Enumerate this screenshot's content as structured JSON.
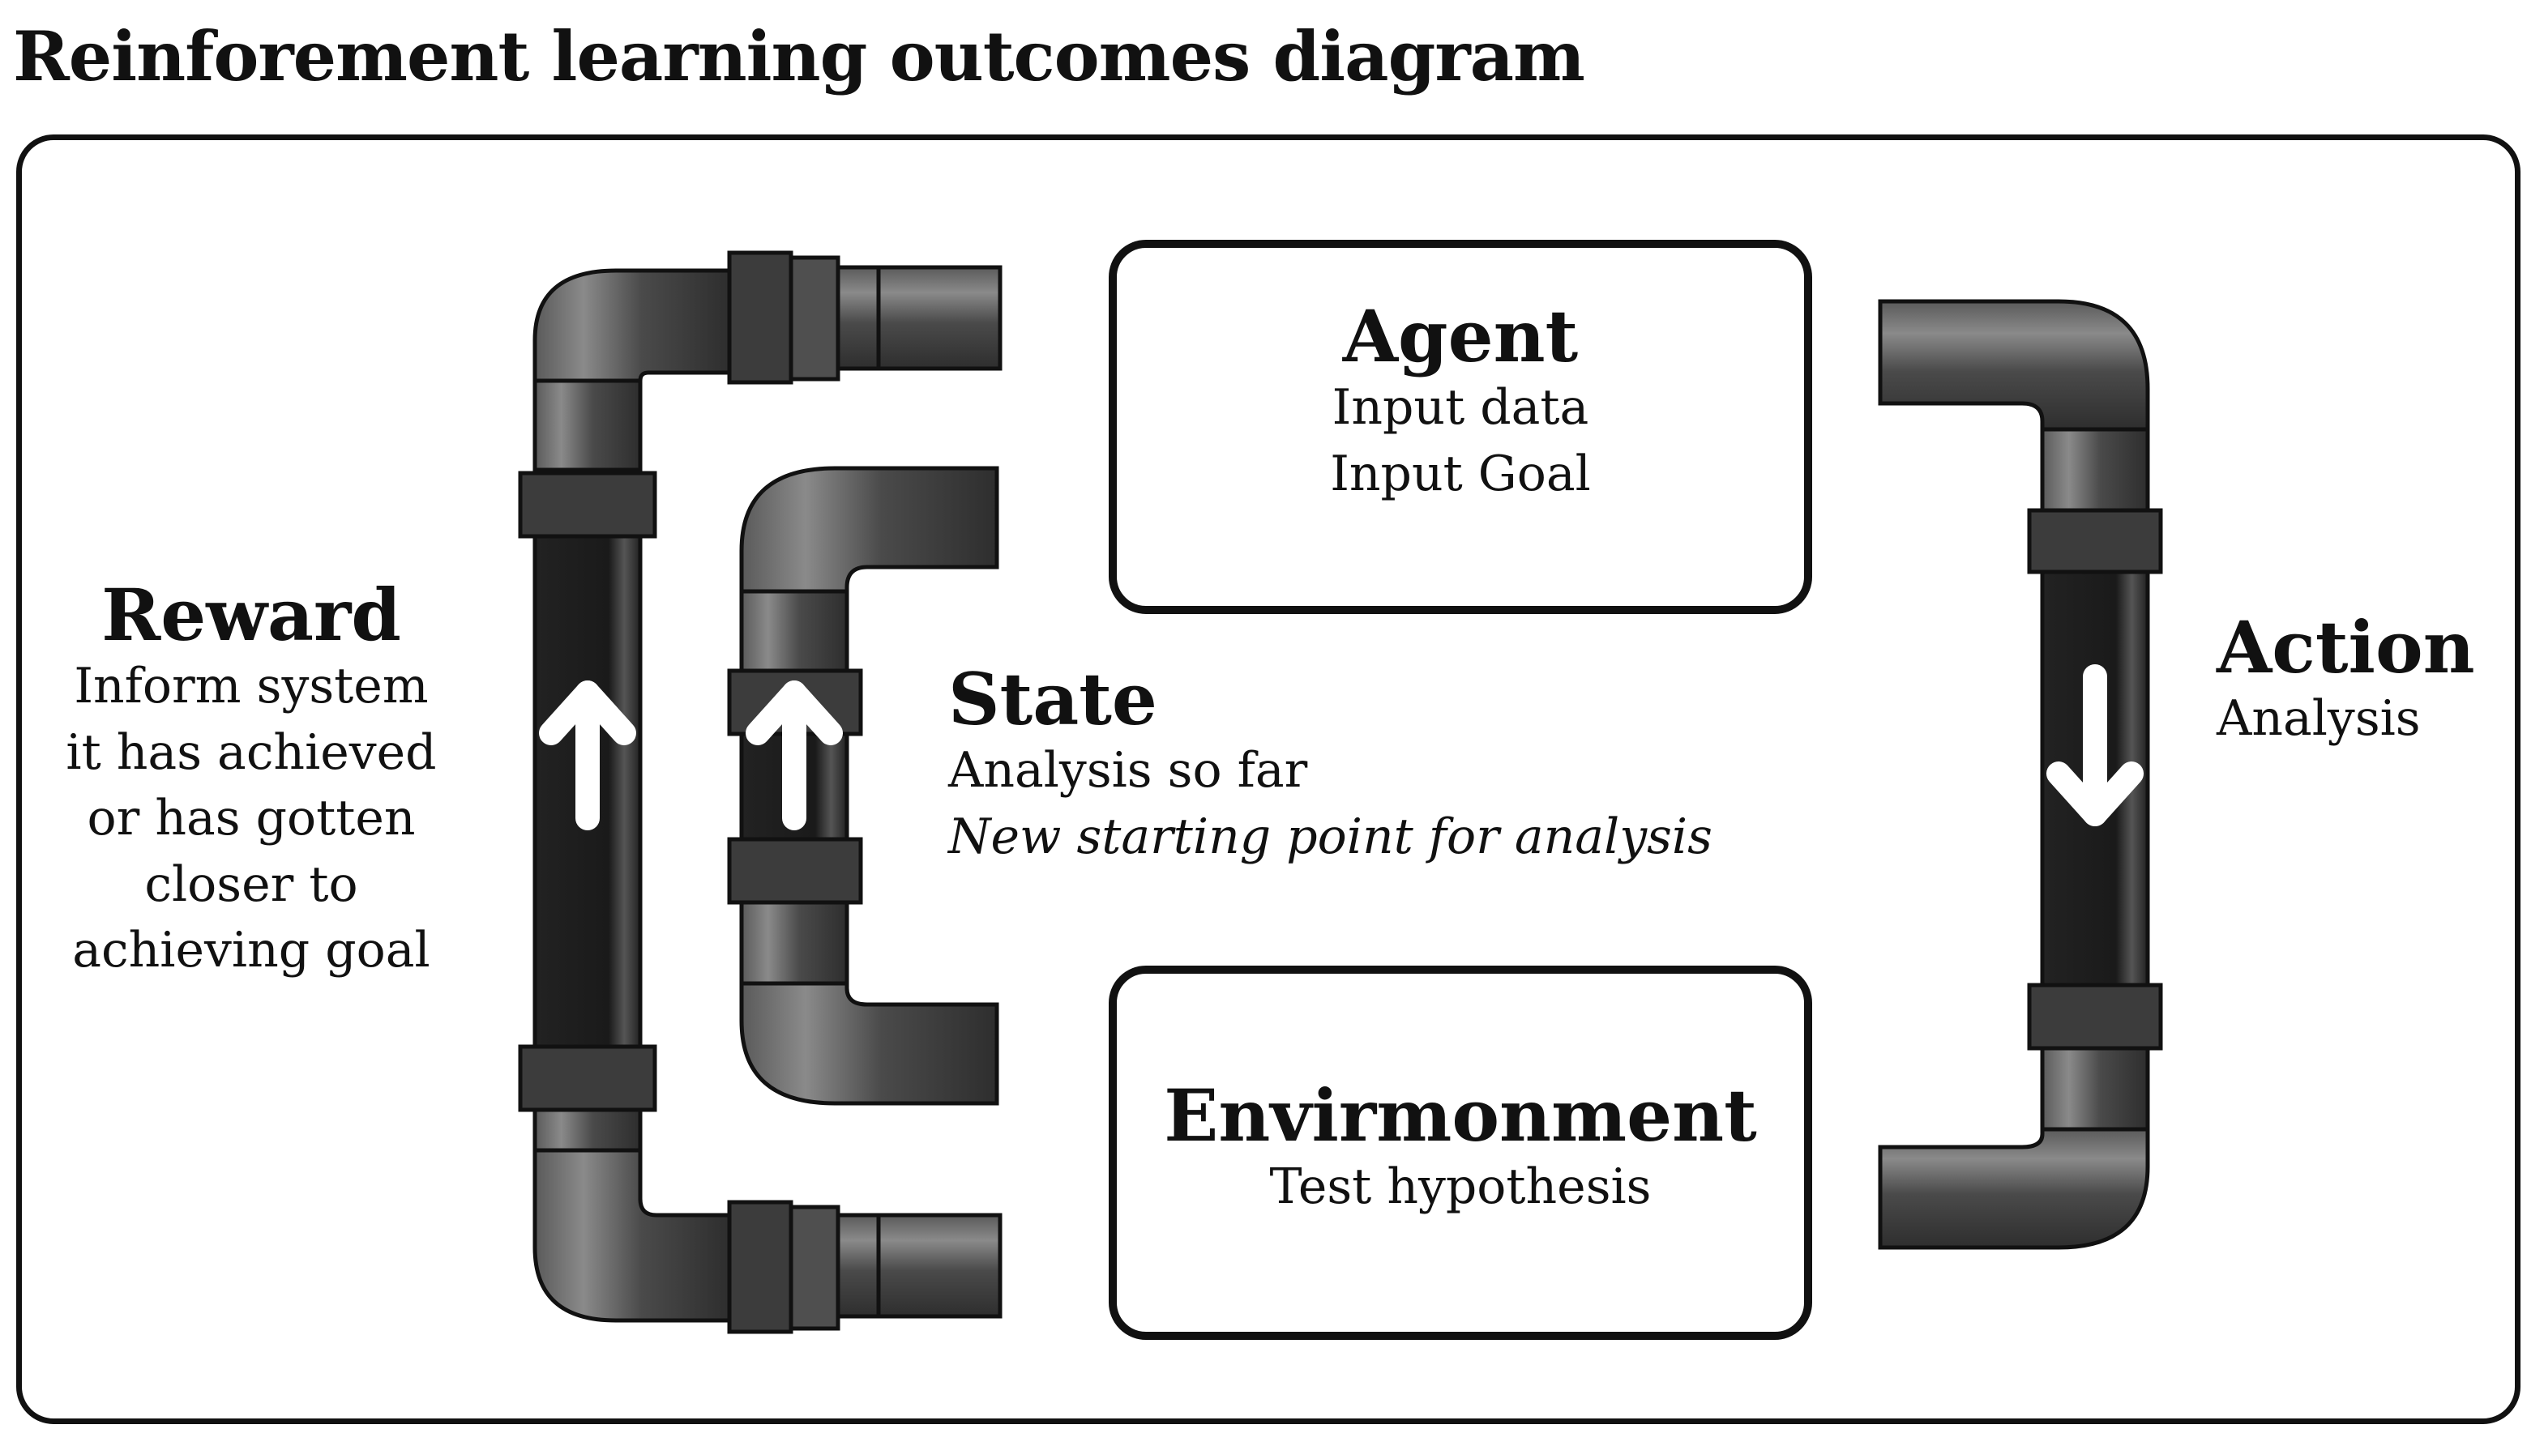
{
  "title": "Reinforement learning outcomes diagram",
  "agent": {
    "heading": "Agent",
    "lines": [
      "Input data",
      "Input Goal"
    ]
  },
  "environment": {
    "heading": "Envirmonment",
    "lines": [
      "Test hypothesis"
    ]
  },
  "reward": {
    "heading": "Reward",
    "lines": [
      "Inform system",
      "it has achieved",
      "or has gotten",
      "closer to",
      "achieving goal"
    ]
  },
  "state": {
    "heading": "State",
    "lines": [
      "Analysis so far",
      "New starting point for analysis"
    ]
  },
  "action": {
    "heading": "Action",
    "lines": [
      "Analysis"
    ]
  },
  "colors": {
    "pipe_body": "#4a4a4a",
    "pipe_dark": "#262626",
    "pipe_light": "#8a8a8a",
    "arrow": "#ffffff",
    "outline": "#111111"
  },
  "arrows": {
    "reward": "up-arrow-icon",
    "state": "up-arrow-icon",
    "action": "down-arrow-icon"
  }
}
